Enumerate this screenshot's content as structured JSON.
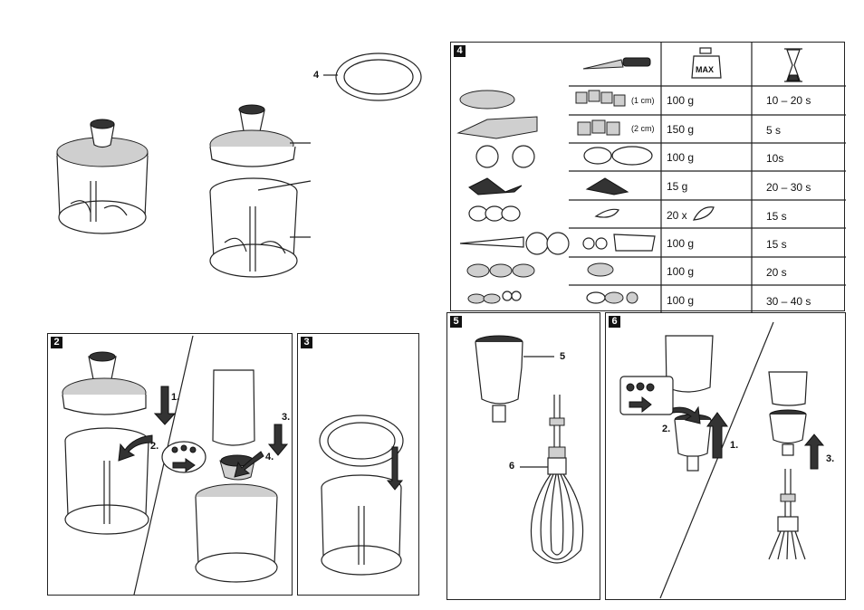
{
  "figure1": {
    "callout": "4"
  },
  "panels": {
    "p2": {
      "badge": "2",
      "step1": "1.",
      "step2": "2.",
      "step3": "3.",
      "step4": "4."
    },
    "p3": {
      "badge": "3"
    },
    "p4": {
      "badge": "4"
    },
    "p5": {
      "badge": "5",
      "callout5": "5",
      "callout6": "6"
    },
    "p6": {
      "badge": "6",
      "step1": "1.",
      "step2": "2.",
      "step3": "3."
    }
  },
  "table": {
    "icons": [
      "knife-icon",
      "max-weight-icon",
      "hourglass-icon"
    ],
    "max_icon_text": "MAX",
    "rows": [
      {
        "size_note": "(1 cm)",
        "qty": "100 g",
        "time": "10 – 20 s"
      },
      {
        "size_note": "(2 cm)",
        "qty": "150 g",
        "time": "5 s"
      },
      {
        "size_note": "",
        "qty": "100 g",
        "time": "10s"
      },
      {
        "size_note": "",
        "qty": "15 g",
        "time": "20 – 30 s"
      },
      {
        "size_note": "",
        "qty": "20 x",
        "time": "15 s"
      },
      {
        "size_note": "",
        "qty": "100 g",
        "time": "15 s"
      },
      {
        "size_note": "",
        "qty": "100 g",
        "time": "20 s"
      },
      {
        "size_note": "",
        "qty": "100 g",
        "time": "30 – 40 s"
      }
    ]
  }
}
